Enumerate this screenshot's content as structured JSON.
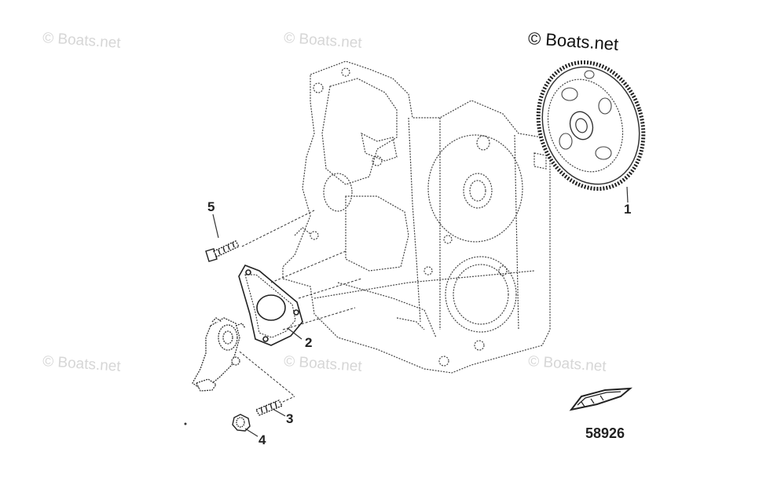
{
  "watermarks": {
    "text": "© Boats.net",
    "main_text": "© Boats.net"
  },
  "callouts": {
    "c1": "1",
    "c2": "2",
    "c3": "3",
    "c4": "4",
    "c5": "5"
  },
  "reference_number": "58926",
  "colors": {
    "line": "#333333",
    "watermark": "#d6d6d6"
  }
}
